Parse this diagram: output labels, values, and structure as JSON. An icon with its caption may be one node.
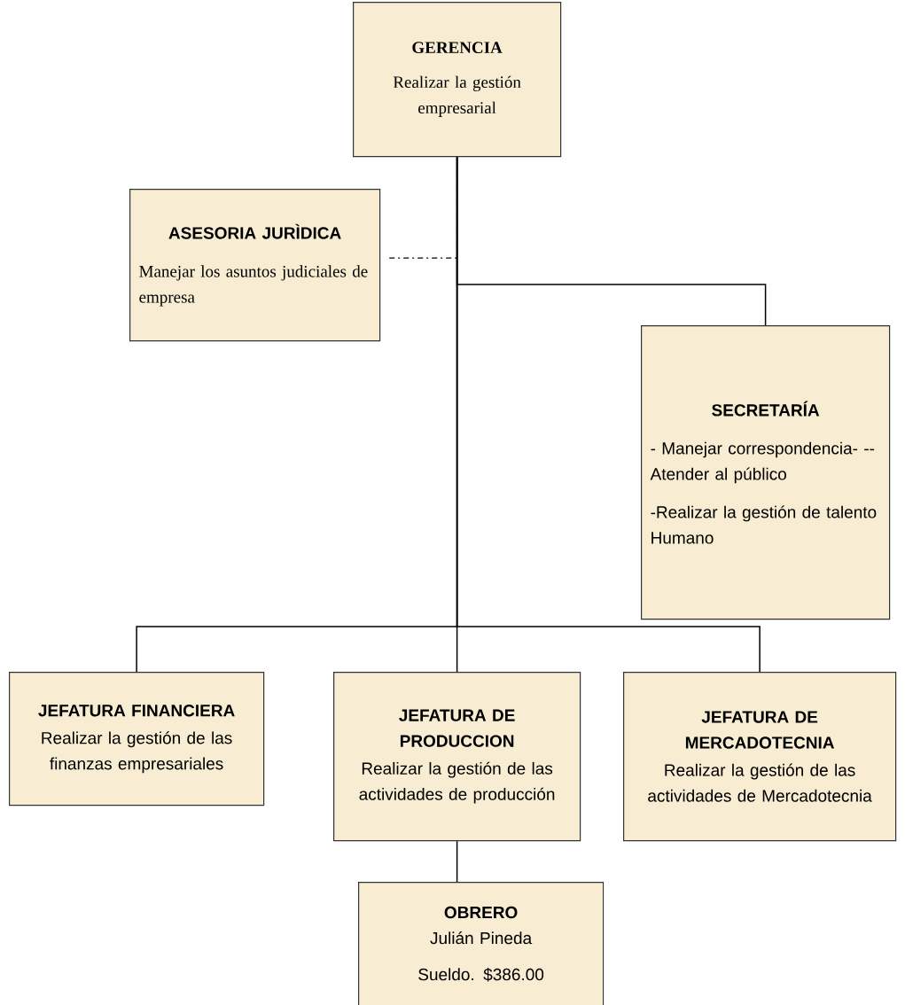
{
  "diagram": {
    "nodes": [
      {
        "text": [
          "GERENCIA",
          "Realizar la gestión empresarial"
        ]
      },
      {
        "text": [
          "ASESORIA JURÌDICA",
          "Manejar los asuntos judiciales de empresa"
        ]
      },
      {
        "text": [
          "SECRETARÍA",
          "- Manejar correspondencia- -- Atender al público",
          "-Realizar la gestión de talento Humano"
        ]
      },
      {
        "text": [
          "JEFATURA FINANCIERA",
          "Realizar la gestión de las finanzas empresariales"
        ]
      },
      {
        "text": [
          "JEFATURA DE PRODUCCION",
          "Realizar la gestión de las actividades de producción"
        ]
      },
      {
        "text": [
          "JEFATURA DE MERCADOTECNIA",
          "Realizar la gestión de las actividades de Mercadotecnia"
        ]
      },
      {
        "text": [
          "OBRERO",
          "Julián Pineda",
          "Sueldo. $386.00"
        ]
      }
    ],
    "edges": [
      {
        "from": 0,
        "to": 2,
        "arrow": "none"
      },
      {
        "from": 0,
        "to": 3,
        "arrow": "none"
      },
      {
        "from": 0,
        "to": 4,
        "arrow": "none"
      },
      {
        "from": 0,
        "to": 5,
        "arrow": "none"
      },
      {
        "from": 1,
        "to": 0,
        "arrow": "none",
        "style": "dashed"
      },
      {
        "from": 4,
        "to": 6,
        "arrow": "none"
      }
    ]
  }
}
